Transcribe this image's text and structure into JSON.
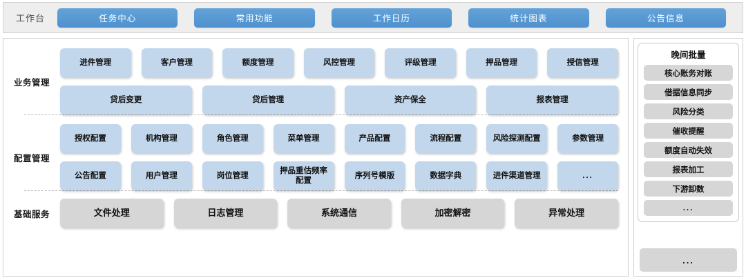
{
  "topbar": {
    "title": "工作台",
    "tabs": [
      {
        "label": "任务中心"
      },
      {
        "label": "常用功能"
      },
      {
        "label": "工作日历"
      },
      {
        "label": "统计图表"
      },
      {
        "label": "公告信息"
      }
    ]
  },
  "sections": [
    {
      "label": "业务管理",
      "rows": [
        [
          {
            "label": "进件管理"
          },
          {
            "label": "客户管理"
          },
          {
            "label": "额度管理"
          },
          {
            "label": "风控管理"
          },
          {
            "label": "评级管理"
          },
          {
            "label": "押品管理"
          },
          {
            "label": "授信管理"
          }
        ],
        [
          {
            "label": "贷后变更"
          },
          {
            "label": "贷后管理"
          },
          {
            "label": "资产保全"
          },
          {
            "label": "报表管理"
          }
        ]
      ]
    },
    {
      "label": "配置管理",
      "rows": [
        [
          {
            "label": "授权配置"
          },
          {
            "label": "机构管理"
          },
          {
            "label": "角色管理"
          },
          {
            "label": "菜单管理"
          },
          {
            "label": "产品配置"
          },
          {
            "label": "流程配置"
          },
          {
            "label": "风险探测配置"
          },
          {
            "label": "参数管理"
          }
        ],
        [
          {
            "label": "公告配置"
          },
          {
            "label": "用户管理"
          },
          {
            "label": "岗位管理"
          },
          {
            "label": "押品重估频率配置"
          },
          {
            "label": "序列号模版"
          },
          {
            "label": "数据字典"
          },
          {
            "label": "进件渠道管理"
          },
          {
            "label": "..."
          }
        ]
      ]
    },
    {
      "label": "基础服务",
      "rows": [
        [
          {
            "label": "文件处理"
          },
          {
            "label": "日志管理"
          },
          {
            "label": "系统通信"
          },
          {
            "label": "加密解密"
          },
          {
            "label": "异常处理"
          }
        ]
      ]
    }
  ],
  "right_panel": {
    "batch": {
      "title": "晚间批量",
      "items": [
        {
          "label": "核心账务对账"
        },
        {
          "label": "借据信息同步"
        },
        {
          "label": "风险分类"
        },
        {
          "label": "催收提醒"
        },
        {
          "label": "额度自动失效"
        },
        {
          "label": "报表加工"
        },
        {
          "label": "下游卸数"
        },
        {
          "label": "..."
        }
      ]
    },
    "extra": {
      "label": "..."
    }
  },
  "colors": {
    "tab_blue": "#5494d1",
    "card_blue": "#c2d7ec",
    "card_grey": "#d6d6d6",
    "topbar_bg": "#eeeeee"
  }
}
